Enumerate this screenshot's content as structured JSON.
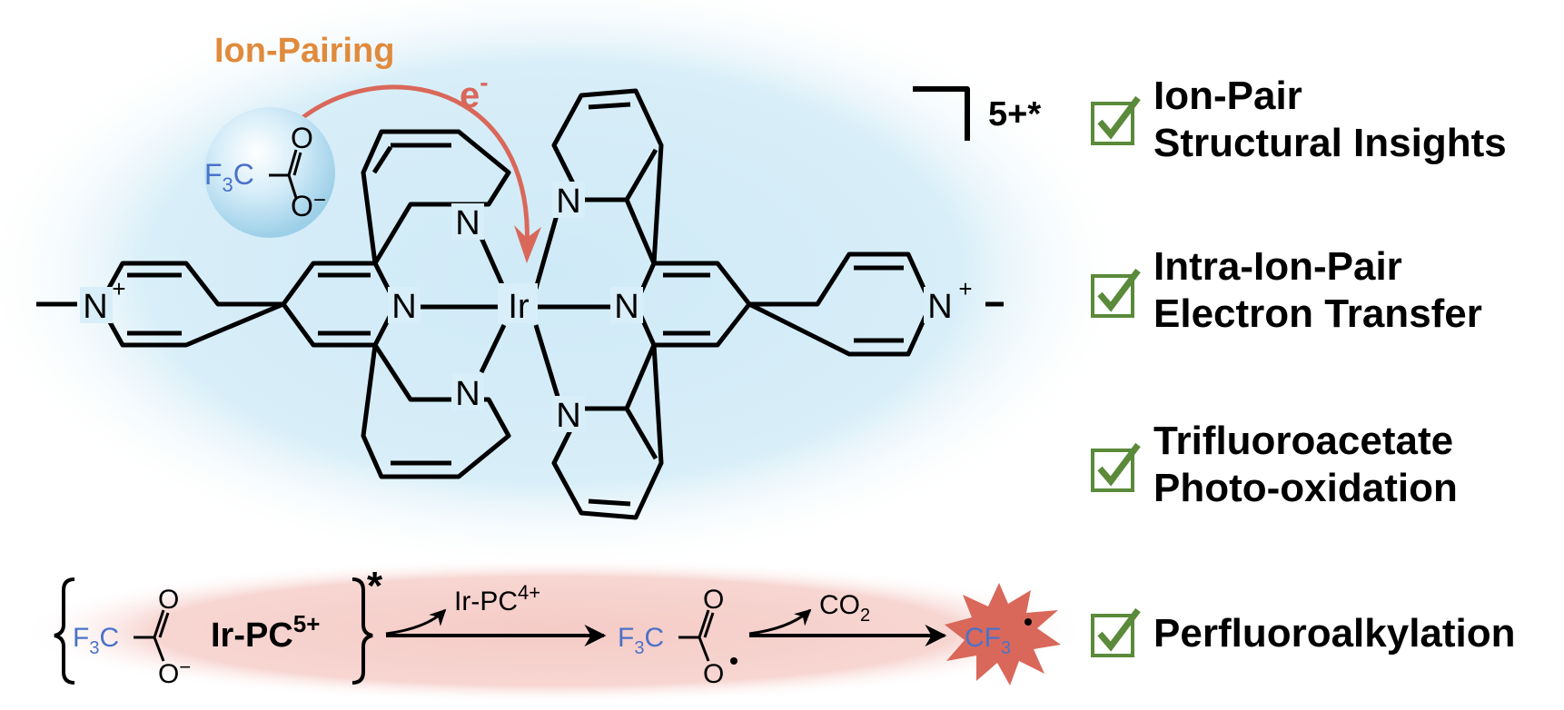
{
  "diagram": {
    "ion_pairing_label": "Ion-Pairing",
    "electron_label": "e",
    "electron_sup": "-",
    "charge_label": "5+*",
    "anion": {
      "cf3": "F",
      "cf3_sub": "3",
      "cf3_c": "C",
      "carbonyl_o": "O",
      "oxide_o": "O",
      "oxide_charge": "−"
    },
    "complex": {
      "metal": "Ir",
      "n_atom": "N",
      "pyridinium_plus": "+"
    },
    "mechanism": {
      "star": "*",
      "photocatalyst": "Ir-PC",
      "photocatalyst_charge": "5+",
      "reduced_pc": "Ir-PC",
      "reduced_pc_charge": "4+",
      "co2": "CO",
      "co2_sub": "2",
      "radical_product": "CF",
      "radical_product_sub": "3"
    }
  },
  "checklist": [
    {
      "lines": [
        "Ion-Pair",
        "Structural Insights"
      ],
      "checked": true
    },
    {
      "lines": [
        "Intra-Ion-Pair",
        "Electron Transfer"
      ],
      "checked": true
    },
    {
      "lines": [
        "Trifluoroacetate",
        "Photo-oxidation"
      ],
      "checked": true
    },
    {
      "lines": [
        "Perfluoroalkylation"
      ],
      "checked": true
    }
  ],
  "colors": {
    "ion_pairing": "#e08a3c",
    "electron_arrow": "#d9685a",
    "fluorine_blue": "#4a72c8",
    "check_green": "#5a8a3a",
    "blue_glow": "#d3ecf7",
    "red_band": "#f6d0cc",
    "burst": "#d9685a"
  }
}
